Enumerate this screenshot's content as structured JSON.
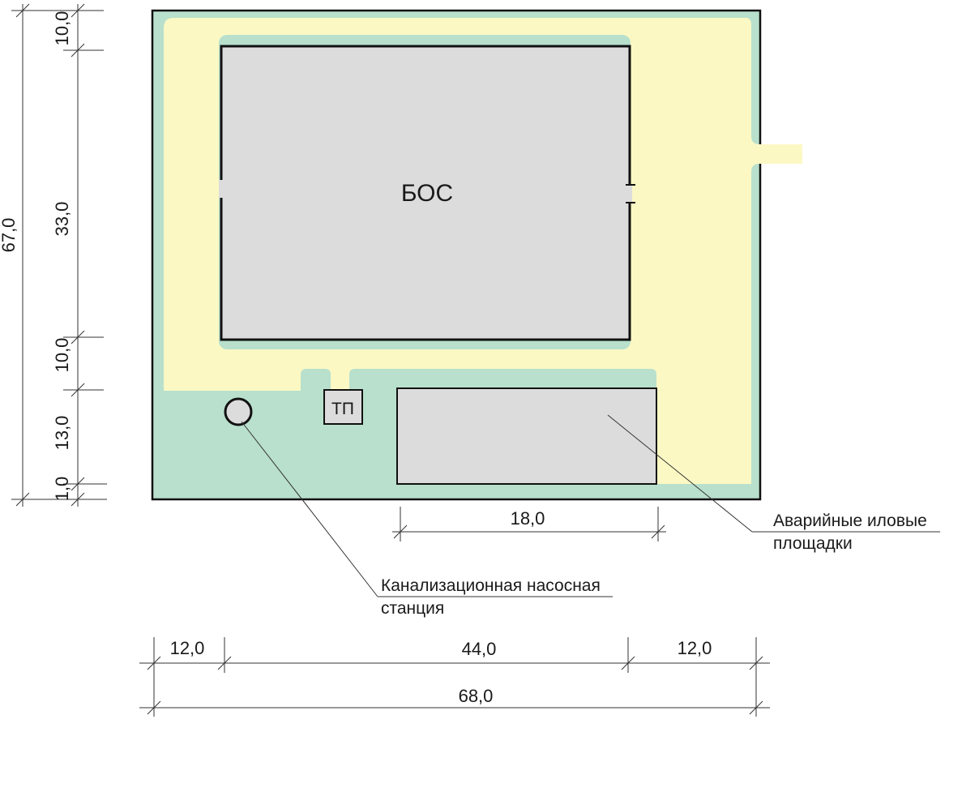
{
  "title": "",
  "colors": {
    "site": "#b8e0cc",
    "road": "#fbf8c4",
    "building": "#dcdcdc",
    "outline": "#111111",
    "dimension_line": "#333333"
  },
  "buildings": {
    "bos": "БОС",
    "tp": "ТП"
  },
  "callouts": {
    "sludge_pads": [
      "Аварийные иловые",
      "площадки"
    ],
    "pump_station": [
      "Канализационная насосная",
      "станция"
    ]
  },
  "dimensions": {
    "left_total": "67,0",
    "left_segments": [
      "10,0",
      "33,0",
      "10,0",
      "13,0",
      "1,0"
    ],
    "bottom_segments": [
      "12,0",
      "44,0",
      "12,0"
    ],
    "bottom_total": "68,0",
    "sludge_width": "18,0"
  }
}
